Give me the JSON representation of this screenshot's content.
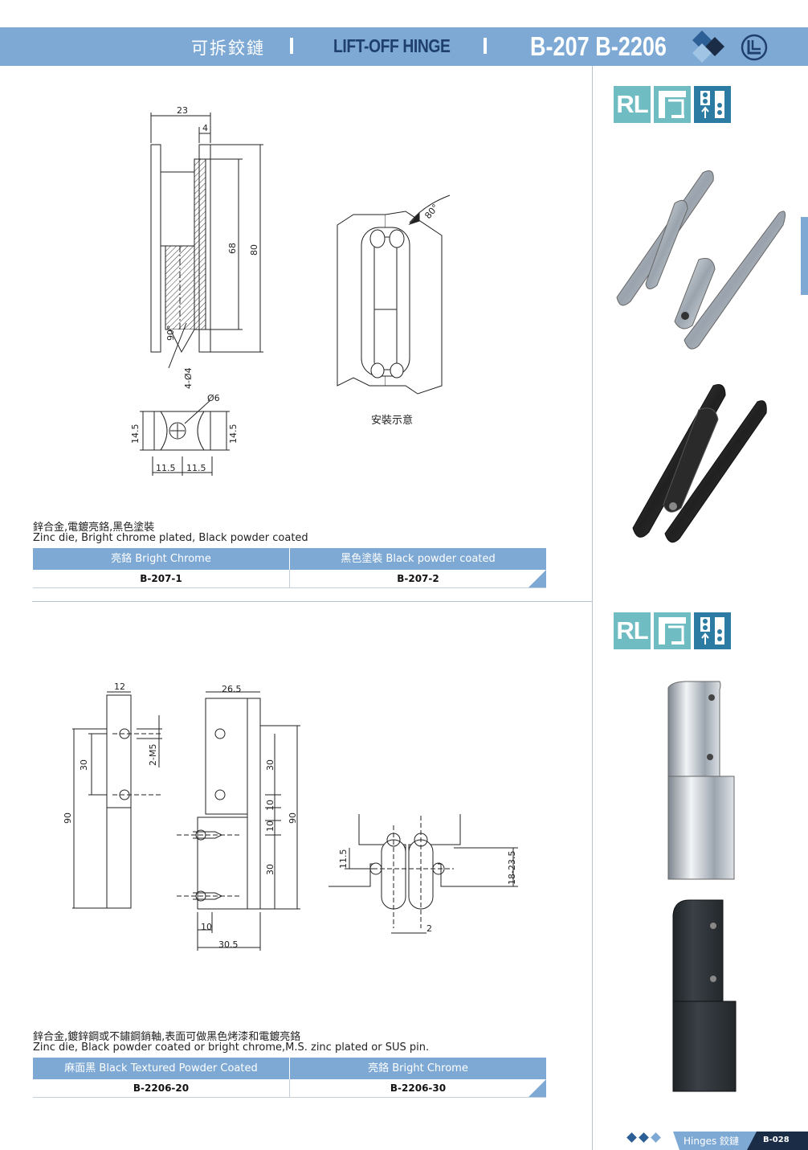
{
  "header": {
    "title_cn": "可拆鉸鏈",
    "title_en": "LIFT-OFF HINGE",
    "codes": "B-207 B-2206",
    "color": "#7ea9d4"
  },
  "icons": {
    "rl_label": "RL",
    "rl_color": "#6fbcc2",
    "mount_color": "#2c7ba3"
  },
  "b207": {
    "dims": {
      "w23": "23",
      "w4": "4",
      "h68": "68",
      "h80": "80",
      "ang90": "90°",
      "holes": "4-Ø4",
      "d6": "Ø6",
      "h145a": "14.5",
      "h145b": "14.5",
      "w115a": "11.5",
      "w115b": "11.5"
    },
    "open_angle": "80°",
    "install_label": "安裝示意",
    "caption_cn": "鋅合金,電鍍亮鉻,黑色塗裝",
    "caption_en": "Zinc die, Bright chrome plated, Black powder coated",
    "table": {
      "headers": [
        "亮鉻 Bright Chrome",
        "黑色塗裝 Black powder coated"
      ],
      "row": [
        "B-207-1",
        "B-207-2"
      ]
    }
  },
  "b2206": {
    "dims": {
      "w12": "12",
      "w265": "26.5",
      "m5": "2-M5",
      "v30a": "30",
      "v90a": "90",
      "v30b": "30",
      "v10a": "10",
      "v10b": "10",
      "v90b": "90",
      "v30c": "30",
      "w10": "10",
      "w305": "30.5",
      "h115": "11.5",
      "r1823": "18-23.5",
      "gap2": "2"
    },
    "caption_cn": "鋅合金,鍍鋅鋼或不鏽鋼銷軸,表面可做黑色烤漆和電鍍亮鉻",
    "caption_en": "Zinc die, Black powder coated or bright chrome,M.S. zinc plated or SUS pin.",
    "table": {
      "headers": [
        "麻面黑 Black Textured Powder Coated",
        "亮鉻 Bright Chrome"
      ],
      "row": [
        "B-2206-20",
        "B-2206-30"
      ]
    }
  },
  "footer": {
    "section": "Hinges 鉸鏈",
    "page": "B-028",
    "diamond_colors": [
      "#2c5f95",
      "#2c5f95",
      "#7ea9d4"
    ],
    "tab_color": "#2c5f95"
  }
}
